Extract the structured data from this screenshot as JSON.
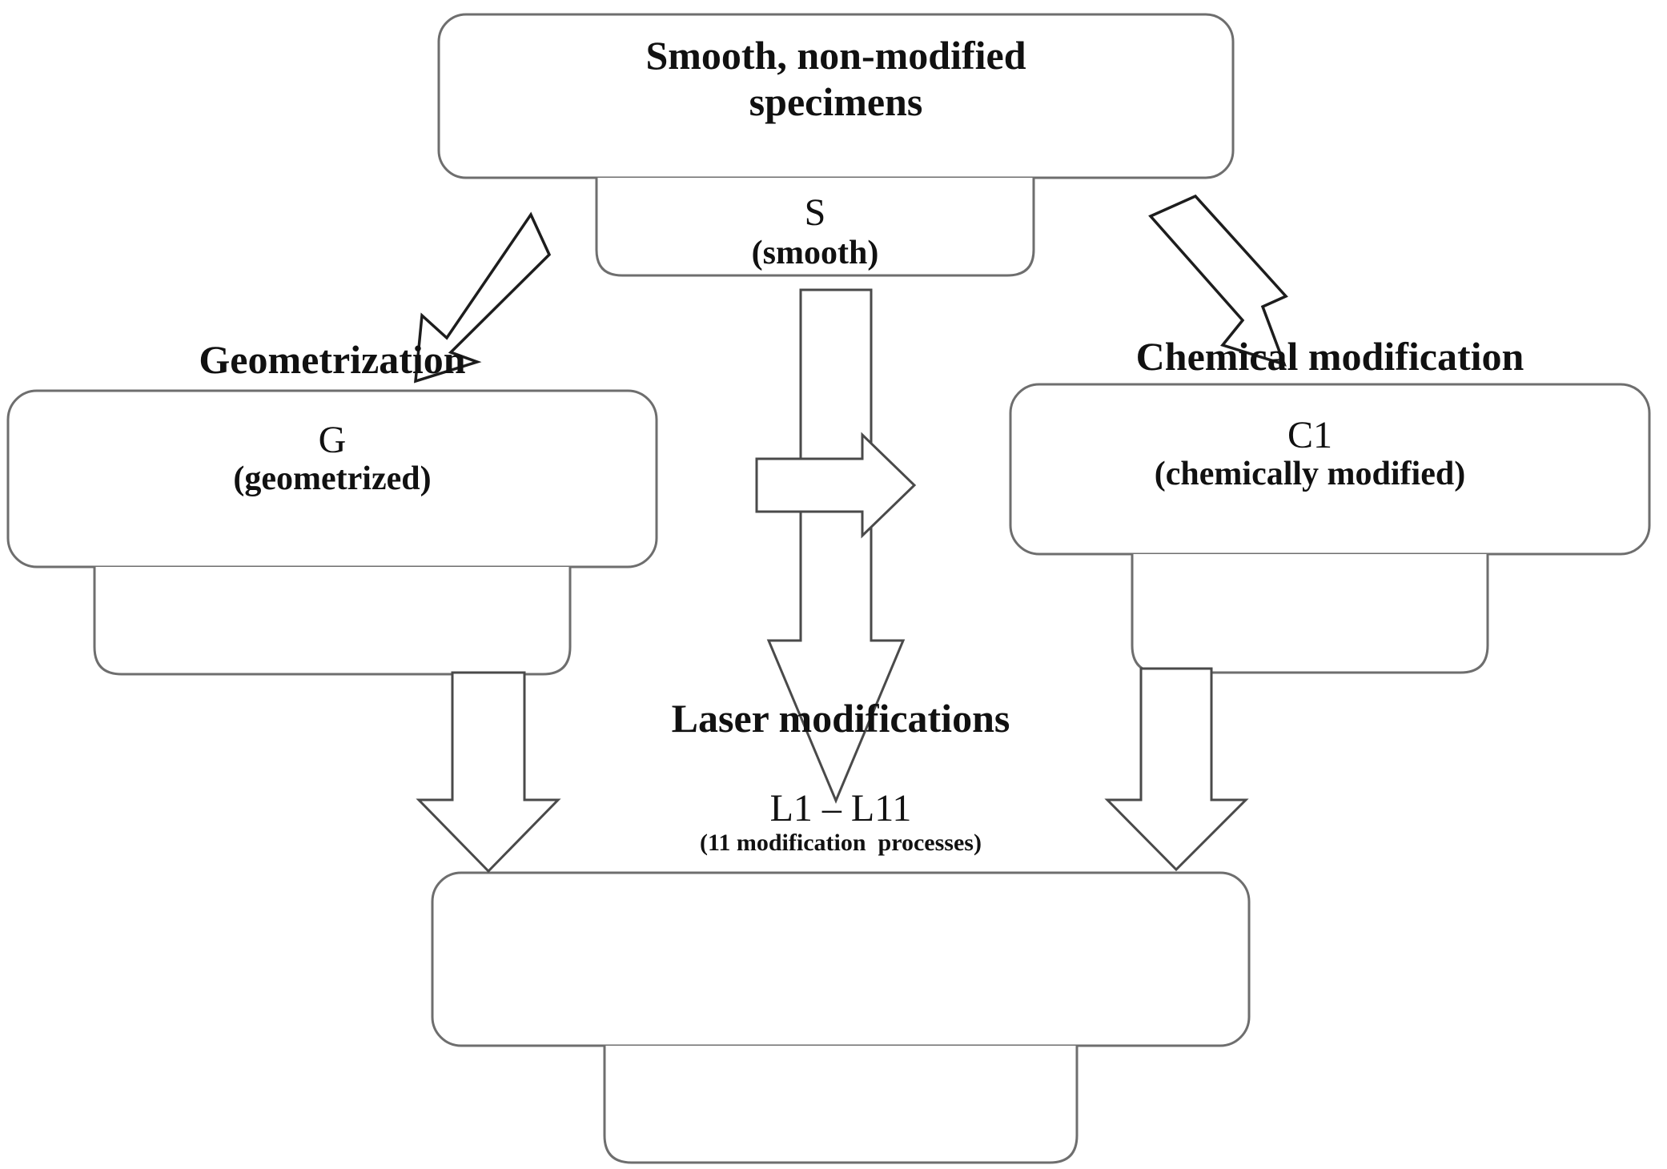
{
  "diagram": {
    "type": "flowchart",
    "title": "Specimen surface modification workflow",
    "colors": {
      "box_stroke": "#6e6e6e",
      "arrow_stroke": "#4a4a4a",
      "text": "#111111",
      "background": "#ffffff"
    },
    "nodes": {
      "top": {
        "title": "Smooth, non-modified\nspecimens",
        "code": "S",
        "code_label": "(smooth)"
      },
      "left": {
        "title": "Geometrization",
        "code": "G",
        "code_label": "(geometrized)"
      },
      "right": {
        "title": "Chemical modification",
        "code": "C1",
        "code_label": "(chemically modified)"
      },
      "bottom": {
        "title": "Laser modifications",
        "code": "L1 – L11",
        "code_label": "(11 modification  processes)"
      }
    },
    "connectors": [
      {
        "name": "top-to-left",
        "kind": "diagonal-arrow-down-left",
        "from": "top",
        "to": "left"
      },
      {
        "name": "top-to-right",
        "kind": "diagonal-arrow-down-right",
        "from": "top",
        "to": "right"
      },
      {
        "name": "top-to-bottom",
        "kind": "block-arrow-down",
        "from": "top",
        "to": "bottom"
      },
      {
        "name": "center-side",
        "kind": "block-arrow-right",
        "from": "top",
        "to": "bottom"
      },
      {
        "name": "left-to-bottom",
        "kind": "block-arrow-down",
        "from": "left",
        "to": "bottom"
      },
      {
        "name": "right-to-bottom",
        "kind": "block-arrow-down",
        "from": "right",
        "to": "bottom"
      }
    ]
  }
}
